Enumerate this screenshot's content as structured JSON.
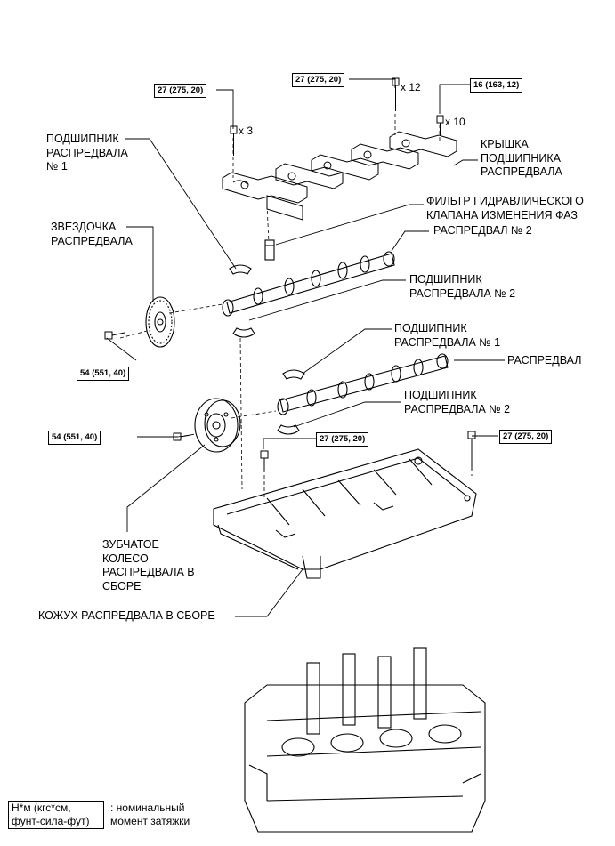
{
  "torques": {
    "t1": "27 (275, 20)",
    "t2": "27 (275, 20)",
    "t3": "16 (163, 12)",
    "t4": "54 (551, 40)",
    "t5": "54 (551, 40)",
    "t6": "27 (275, 20)",
    "t7": "27 (275, 20)"
  },
  "quantities": {
    "q1": "x 3",
    "q2": "x 12",
    "q3": "x 10"
  },
  "labels": {
    "bearing_no1_top": "ПОДШИПНИК\nРАСПРЕДВАЛА\n№ 1",
    "bearing_cap": "КРЫШКА\nПОДШИПНИКА\nРАСПРЕДВАЛА",
    "filter": "ФИЛЬТР ГИДРАВЛИЧЕСКОГО\nКЛАПАНА ИЗМЕНЕНИЯ ФАЗ",
    "camshaft_no2": "РАСПРЕДВАЛ № 2",
    "sprocket": "ЗВЕЗДОЧКА\nРАСПРЕДВАЛА",
    "bearing_no2_top": "ПОДШИПНИК\nРАСПРЕДВАЛА № 2",
    "bearing_no1_mid": "ПОДШИПНИК\nРАСПРЕДВАЛА № 1",
    "camshaft": "РАСПРЕДВАЛ",
    "bearing_no2_mid": "ПОДШИПНИК\nРАСПРЕДВАЛА № 2",
    "timing_gear": "ЗУБЧАТОЕ\nКОЛЕСО\nРАСПРЕДВАЛА В\nСБОРЕ",
    "housing": "КОЖУХ РАСПРЕДВАЛА В СБОРЕ"
  },
  "legend": {
    "unit": "Н*м (кгс*см,\nфунт-сила-фут)",
    "text": ": номинальный\nмомент затяжки"
  }
}
